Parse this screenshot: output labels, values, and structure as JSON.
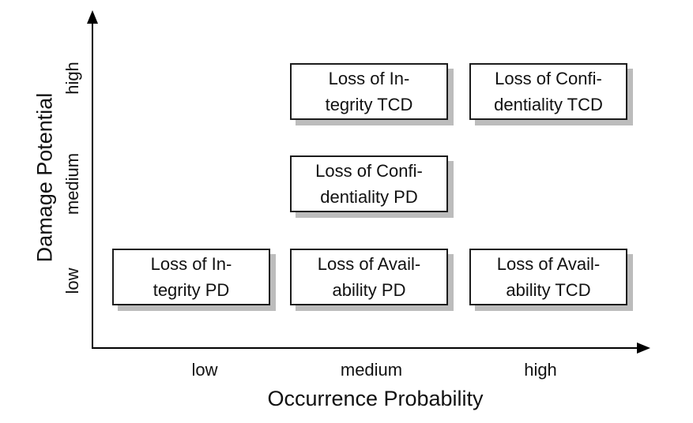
{
  "colors": {
    "background": "#ffffff",
    "axis": "#000000",
    "box_border": "#1c1c1c",
    "box_fill": "#ffffff",
    "box_shadow": "#bcbcbc",
    "text": "#111111"
  },
  "y_axis": {
    "label": "Damage Potential",
    "ticks": {
      "high": "high",
      "medium": "medium",
      "low": "low"
    }
  },
  "x_axis": {
    "label": "Occurrence Probability",
    "ticks": {
      "low": "low",
      "medium": "medium",
      "high": "high"
    }
  },
  "boxes": [
    {
      "lines": [
        "Loss of In-",
        "tegrity TCD"
      ],
      "x": "medium",
      "y": "high"
    },
    {
      "lines": [
        "Loss of Confi-",
        "dentiality TCD"
      ],
      "x": "high",
      "y": "high"
    },
    {
      "lines": [
        "Loss of Confi-",
        "dentiality PD"
      ],
      "x": "medium",
      "y": "medium"
    },
    {
      "lines": [
        "Loss of In-",
        "tegrity PD"
      ],
      "x": "low",
      "y": "low"
    },
    {
      "lines": [
        "Loss of Avail-",
        "ability PD"
      ],
      "x": "medium",
      "y": "low"
    },
    {
      "lines": [
        "Loss of Avail-",
        "ability TCD"
      ],
      "x": "high",
      "y": "low"
    }
  ],
  "chart_data": {
    "type": "scatter",
    "title": "",
    "xlabel": "Occurrence Probability",
    "ylabel": "Damage Potential",
    "x_categories": [
      "low",
      "medium",
      "high"
    ],
    "y_categories": [
      "low",
      "medium",
      "high"
    ],
    "grid": false,
    "legend": false,
    "points": [
      {
        "label": "Loss of Integrity TCD",
        "x": "medium",
        "y": "high"
      },
      {
        "label": "Loss of Confidentiality TCD",
        "x": "high",
        "y": "high"
      },
      {
        "label": "Loss of Confidentiality PD",
        "x": "medium",
        "y": "medium"
      },
      {
        "label": "Loss of Integrity PD",
        "x": "low",
        "y": "low"
      },
      {
        "label": "Loss of Availability PD",
        "x": "medium",
        "y": "low"
      },
      {
        "label": "Loss of Availability TCD",
        "x": "high",
        "y": "low"
      }
    ]
  }
}
